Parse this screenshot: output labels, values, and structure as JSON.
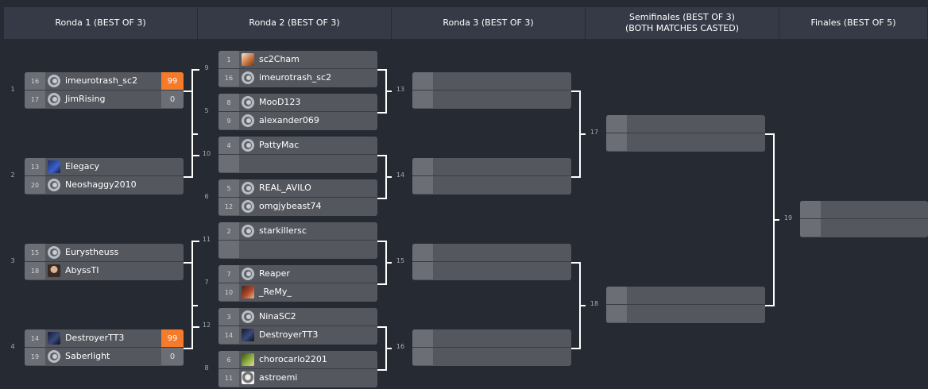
{
  "rounds": [
    {
      "title": "Ronda 1 (BEST OF 3)",
      "subtitle": ""
    },
    {
      "title": "Ronda 2 (BEST OF 3)",
      "subtitle": ""
    },
    {
      "title": "Ronda 3 (BEST OF 3)",
      "subtitle": ""
    },
    {
      "title": "Semifinales (BEST OF 3)",
      "subtitle": "(BOTH MATCHES CASTED)"
    },
    {
      "title": "Finales (BEST OF 5)",
      "subtitle": ""
    }
  ],
  "matches": [
    {
      "number": "1",
      "players": [
        {
          "seed": "16",
          "name": "imeurotrash_sc2",
          "score": "99",
          "icon": "zerg-icon"
        },
        {
          "seed": "17",
          "name": "JimRising",
          "score": "0",
          "icon": "zerg-icon"
        }
      ]
    },
    {
      "number": "2",
      "players": [
        {
          "seed": "13",
          "name": "Elegacy",
          "score": "",
          "icon": "avatar-icon"
        },
        {
          "seed": "20",
          "name": "Neoshaggy2010",
          "score": "",
          "icon": "zerg-icon"
        }
      ]
    },
    {
      "number": "3",
      "players": [
        {
          "seed": "15",
          "name": "Eurystheuss",
          "score": "",
          "icon": ""
        },
        {
          "seed": "18",
          "name": "AbyssTI",
          "score": "",
          "icon": "avatar-icon"
        }
      ]
    },
    {
      "number": "4",
      "players": [
        {
          "seed": "14",
          "name": "DestroyerTT3",
          "score": "99",
          "icon": "avatar-icon"
        },
        {
          "seed": "19",
          "name": "Saberlight",
          "score": "0",
          "icon": "zerg-icon"
        }
      ]
    },
    {
      "number": "9",
      "players": [
        {
          "seed": "1",
          "name": "sc2Cham",
          "score": "",
          "icon": "avatar-icon"
        },
        {
          "seed": "16",
          "name": "imeurotrash_sc2",
          "score": "",
          "icon": "zerg-icon"
        }
      ]
    },
    {
      "number": "5",
      "players": [
        {
          "seed": "8",
          "name": "MooD123",
          "score": "",
          "icon": "zerg-icon"
        },
        {
          "seed": "9",
          "name": "alexander069",
          "score": "",
          "icon": "zerg-icon"
        }
      ]
    },
    {
      "number": "10",
      "players": [
        {
          "seed": "4",
          "name": "PattyMac",
          "score": "",
          "icon": "zerg-icon"
        },
        {
          "seed": "",
          "name": "",
          "score": "",
          "icon": ""
        }
      ]
    },
    {
      "number": "6",
      "players": [
        {
          "seed": "5",
          "name": "REAL_AVILO",
          "score": "",
          "icon": "zerg-icon"
        },
        {
          "seed": "12",
          "name": "omgjybeast74",
          "score": "",
          "icon": "zerg-icon"
        }
      ]
    },
    {
      "number": "11",
      "players": [
        {
          "seed": "2",
          "name": "starkillersc",
          "score": "",
          "icon": "zerg-icon"
        },
        {
          "seed": "",
          "name": "",
          "score": "",
          "icon": ""
        }
      ]
    },
    {
      "number": "7",
      "players": [
        {
          "seed": "7",
          "name": "Reaper",
          "score": "",
          "icon": "zerg-icon"
        },
        {
          "seed": "10",
          "name": "_ReMy_",
          "score": "",
          "icon": "avatar-icon"
        }
      ]
    },
    {
      "number": "12",
      "players": [
        {
          "seed": "3",
          "name": "NinaSC2",
          "score": "",
          "icon": "zerg-icon"
        },
        {
          "seed": "14",
          "name": "DestroyerTT3",
          "score": "",
          "icon": "avatar-icon"
        }
      ]
    },
    {
      "number": "8",
      "players": [
        {
          "seed": "6",
          "name": "chorocarlo2201",
          "score": "",
          "icon": "avatar-icon"
        },
        {
          "seed": "11",
          "name": "astroemi",
          "score": "",
          "icon": "avatar-icon"
        }
      ]
    },
    {
      "number": "13",
      "players": [
        {
          "seed": "",
          "name": "",
          "score": "",
          "icon": ""
        },
        {
          "seed": "",
          "name": "",
          "score": "",
          "icon": ""
        }
      ]
    },
    {
      "number": "14",
      "players": [
        {
          "seed": "",
          "name": "",
          "score": "",
          "icon": ""
        },
        {
          "seed": "",
          "name": "",
          "score": "",
          "icon": ""
        }
      ]
    },
    {
      "number": "15",
      "players": [
        {
          "seed": "",
          "name": "",
          "score": "",
          "icon": ""
        },
        {
          "seed": "",
          "name": "",
          "score": "",
          "icon": ""
        }
      ]
    },
    {
      "number": "16",
      "players": [
        {
          "seed": "",
          "name": "",
          "score": "",
          "icon": ""
        },
        {
          "seed": "",
          "name": "",
          "score": "",
          "icon": ""
        }
      ]
    },
    {
      "number": "17",
      "players": [
        {
          "seed": "",
          "name": "",
          "score": "",
          "icon": ""
        },
        {
          "seed": "",
          "name": "",
          "score": "",
          "icon": ""
        }
      ]
    },
    {
      "number": "18",
      "players": [
        {
          "seed": "",
          "name": "",
          "score": "",
          "icon": ""
        },
        {
          "seed": "",
          "name": "",
          "score": "",
          "icon": ""
        }
      ]
    },
    {
      "number": "19",
      "players": [
        {
          "seed": "",
          "name": "",
          "score": "",
          "icon": ""
        },
        {
          "seed": "",
          "name": "",
          "score": "",
          "icon": ""
        }
      ]
    }
  ],
  "colors": {
    "background": "#262a33",
    "header": "#353a46",
    "match_box": "#54575e",
    "seed_cell": "#6b6e75",
    "winner_score": "#f57a2a",
    "connector": "#ffffff"
  }
}
